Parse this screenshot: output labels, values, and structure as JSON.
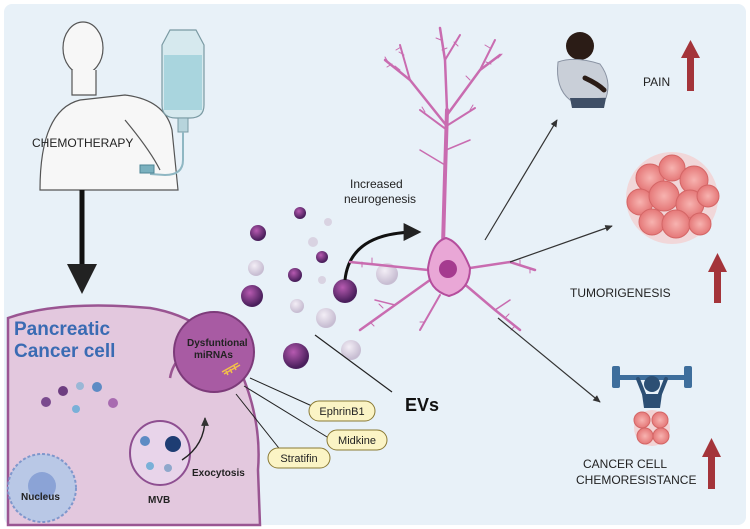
{
  "labels": {
    "chemotherapy": "CHEMOTHERAPY",
    "pancreatic_line1": "Pancreatic",
    "pancreatic_line2": "Cancer cell",
    "dysfunctional_line1": "Dysfuntional",
    "dysfunctional_line2": "miRNAs",
    "exocytosis": "Exocytosis",
    "mvb": "MVB",
    "nucleus": "Nucleus",
    "evs": "EVs",
    "neurogenesis_line1": "Increased",
    "neurogenesis_line2": "neurogenesis",
    "pain": "PAIN",
    "tumorigenesis": "TUMORIGENESIS",
    "chemoresistance_line1": "CANCER CELL",
    "chemoresistance_line2": "CHEMORESISTANCE"
  },
  "proteins": [
    "EphrinB1",
    "Midkine",
    "Stratifin"
  ],
  "colors": {
    "background": "#e8f1f8",
    "cell_body": "#e3c8de",
    "cell_border": "#9a5592",
    "pancreatic_title": "#3a6bb3",
    "neuron": "#c96cb0",
    "protein_tag_fill": "#fbf4c5",
    "up_arrow": "#a4343a",
    "tumor": "#f29a9a"
  }
}
